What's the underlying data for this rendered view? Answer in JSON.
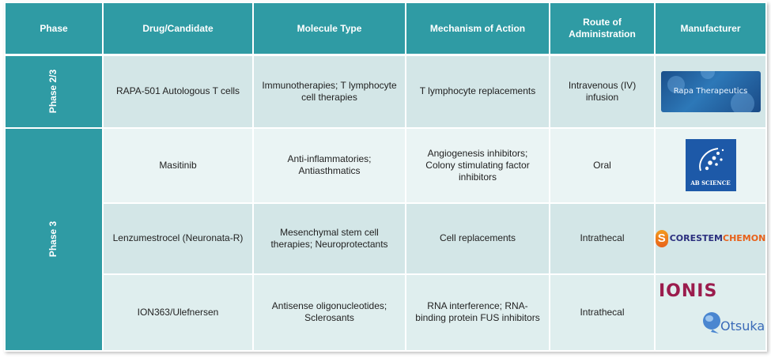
{
  "headers": {
    "phase": "Phase",
    "drug": "Drug/Candidate",
    "molecule": "Molecule Type",
    "mechanism": "Mechanism of Action",
    "route": "Route of Administration",
    "manufacturer": "Manufacturer"
  },
  "phases": [
    "Phase 2/3",
    "Phase 3"
  ],
  "rows": [
    {
      "drug": "RAPA-501 Autologous T cells",
      "molecule": "Immunotherapies; T lymphocyte cell therapies",
      "mechanism": "T lymphocyte replacements",
      "route": "Intravenous (IV) infusion",
      "logo_text": "Rapa Therapeutics"
    },
    {
      "drug": "Masitinib",
      "molecule": "Anti-inflammatories; Antiasthmatics",
      "mechanism": "Angiogenesis inhibitors; Colony stimulating factor inhibitors",
      "route": "Oral",
      "logo_text": "AB SCIENCE"
    },
    {
      "drug": "Lenzumestrocel (Neuronata-R)",
      "molecule": "Mesenchymal stem cell therapies; Neuroprotectants",
      "mechanism": "Cell replacements",
      "route": "Intrathecal",
      "logo_mark": "S",
      "logo_text_a": "CORESTEM",
      "logo_text_b": "CHEMON"
    },
    {
      "drug": "ION363/Ulefnersen",
      "molecule": "Antisense oligonucleotides; Sclerosants",
      "mechanism": "RNA interference; RNA-binding protein FUS inhibitors",
      "route": "Intrathecal",
      "logo_text_a": "IONIS",
      "logo_text_b": "Otsuka"
    }
  ],
  "colors": {
    "header_bg": "#2f9ba4",
    "row_light": "#eaf4f4",
    "row_medium": "#d3e6e7",
    "ionis": "#9b1c4d",
    "otsuka": "#3a6ab8",
    "ab_science": "#1d59a8",
    "corestem_orange": "#e8611a",
    "corestem_navy": "#2b2f7e"
  }
}
